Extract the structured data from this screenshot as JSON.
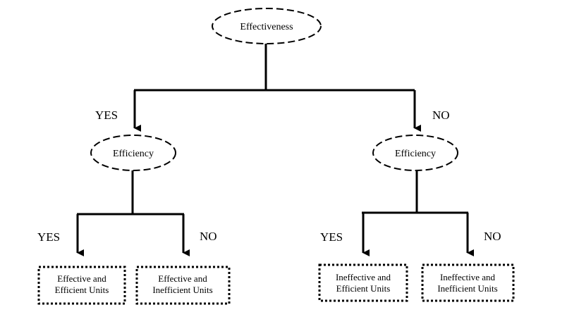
{
  "root": {
    "label": "Effectiveness"
  },
  "branches": {
    "left": {
      "label": "YES",
      "node": {
        "label": "Efficiency"
      },
      "yes_label": "YES",
      "no_label": "NO",
      "leaves": [
        {
          "line1": "Effective and",
          "line2": "Efficient Units"
        },
        {
          "line1": "Effective and",
          "line2": "Inefficient Units"
        }
      ]
    },
    "right": {
      "label": "NO",
      "node": {
        "label": "Efficiency"
      },
      "yes_label": "YES",
      "no_label": "NO",
      "leaves": [
        {
          "line1": "Ineffective and",
          "line2": "Efficient Units"
        },
        {
          "line1": "Ineffective and",
          "line2": "Inefficient Units"
        }
      ]
    }
  },
  "colors": {
    "stroke": "#000000",
    "background": "#ffffff"
  }
}
